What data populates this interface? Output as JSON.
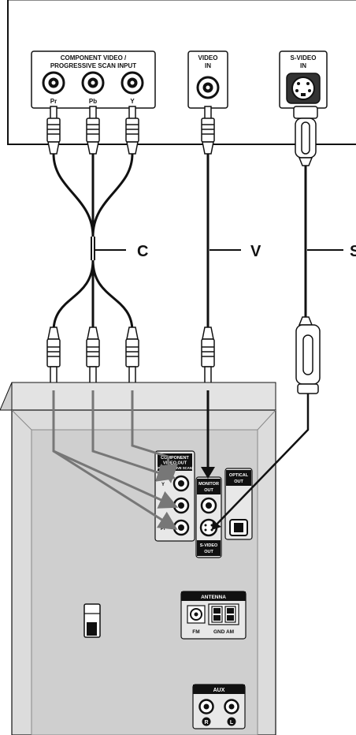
{
  "tv": {
    "component_header_line1": "COMPONENT VIDEO /",
    "component_header_line2": "PROGRESSIVE SCAN INPUT",
    "jack_pr": "Pr",
    "jack_pb": "Pb",
    "jack_y": "Y",
    "video_in_line1": "VIDEO",
    "video_in_line2": "IN",
    "svideo_in_line1": "S-VIDEO",
    "svideo_in_line2": "IN"
  },
  "cables": {
    "component": "C",
    "video": "V",
    "svideo": "S"
  },
  "unit": {
    "component_out_line1": "COMPONENT",
    "component_out_line2": "VIDEO OUT",
    "component_out_line3": "(PROGRESSIVE SCAN)",
    "jack_y": "Y",
    "jack_pb": "Pb",
    "jack_pr": "Pr",
    "monitor_out_line1": "MONITOR",
    "monitor_out_line2": "OUT",
    "optical_out_line1": "OPTICAL",
    "optical_out_line2": "OUT",
    "svideo_out_line1": "S-VIDEO",
    "svideo_out_line2": "OUT",
    "antenna": "ANTENNA",
    "fm": "FM",
    "gnd_am": "GND AM",
    "aux": "AUX",
    "aux_r": "R",
    "aux_l": "L"
  }
}
